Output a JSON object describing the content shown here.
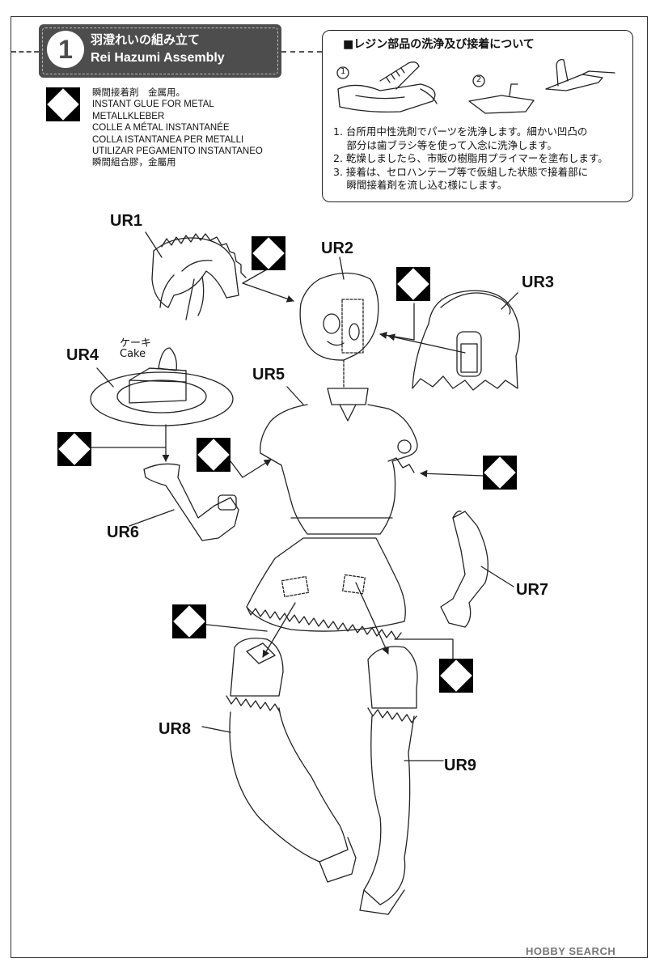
{
  "step": {
    "number": "1",
    "title_jp": "羽澄れいの組み立て",
    "title_en": "Rei Hazumi Assembly"
  },
  "glue_legend": {
    "lines": [
      "瞬間接着剤　金属用。",
      "INSTANT GLUE FOR METAL",
      "METALLKLEBER",
      "COLLE A MÉTAL INSTANTANÉE",
      "COLLA ISTANTANEA PER METALLI",
      "UTILIZAR PEGAMENTO INSTANTANEO",
      "瞬間組合膠，金屬用"
    ]
  },
  "resin_notes": {
    "title": "■レジン部品の洗浄及び接着について",
    "fig1": "1",
    "fig2": "2",
    "steps": [
      "1. 台所用中性洗剤でパーツを洗浄します。細かい凹凸の",
      "　 部分は歯ブラシ等を使って入念に洗浄します。",
      "2. 乾燥しましたら、市販の樹脂用プライマーを塗布します。",
      "3. 接着は、セロハンテープ等で仮組した状態で接着部に",
      "　 瞬間接着剤を流し込む様にします。"
    ]
  },
  "parts": {
    "ur1": "UR1",
    "ur2": "UR2",
    "ur3": "UR3",
    "ur4": "UR4",
    "ur5": "UR5",
    "ur6": "UR6",
    "ur7": "UR7",
    "ur8": "UR8",
    "ur9": "UR9"
  },
  "cake": {
    "jp": "ケーキ",
    "en": "Cake"
  },
  "watermark": "HOBBY SEARCH"
}
